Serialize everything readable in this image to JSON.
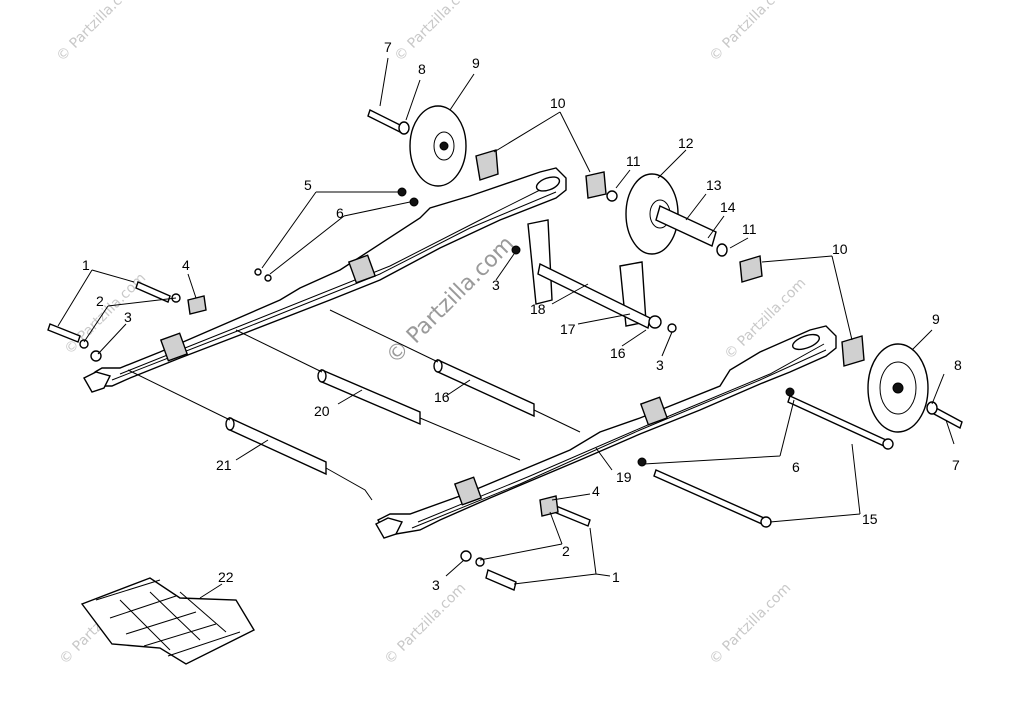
{
  "diagram": {
    "watermark_text": "© Partzilla.com",
    "part_callouts": [
      "1",
      "2",
      "3",
      "4",
      "5",
      "6",
      "7",
      "8",
      "9",
      "10",
      "11",
      "12",
      "13",
      "14",
      "15",
      "16",
      "17",
      "18",
      "19",
      "20",
      "21",
      "22"
    ]
  }
}
